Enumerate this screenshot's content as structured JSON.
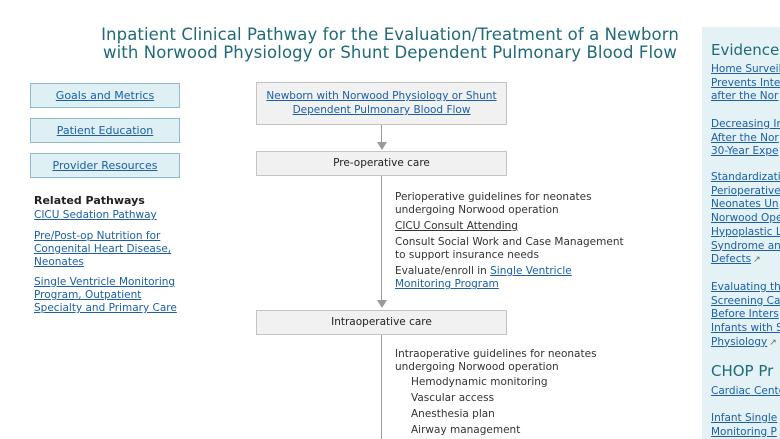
{
  "header": {
    "title_line1": "Inpatient Clinical Pathway for the Evaluation/Treatment of a Newborn",
    "title_line2": "with Norwood Physiology or Shunt Dependent Pulmonary Blood Flow"
  },
  "nav": {
    "goals": "Goals and Metrics",
    "education": "Patient Education",
    "providers": "Provider Resources"
  },
  "related": {
    "heading": "Related Pathways",
    "items": [
      "CICU Sedation Pathway",
      "Pre/Post-op Nutrition for Congenital Heart Disease, Neonates",
      "Single Ventricle Monitoring Program, Outpatient Specialty and Primary Care"
    ]
  },
  "flow": {
    "start_line1": "Newborn with Norwood Physiology or Shunt",
    "start_line2": "Dependent Pulmonary Blood Flow",
    "preop": "Pre-operative care",
    "preop_steps": {
      "guidelines_1": "Perioperative guidelines for neonates",
      "guidelines_2": "undergoing Norwood operation",
      "consult": "CICU Consult Attending",
      "social_1": "Consult Social Work and Case Management",
      "social_2": "to support insurance needs",
      "enroll_prefix": "Evaluate/enroll in ",
      "enroll_link_1": "Single Ventricle",
      "enroll_link_2": "Monitoring Program"
    },
    "intraop": "Intraoperative care",
    "intraop_steps": {
      "guidelines_1": "Intraoperative guidelines for neonates",
      "guidelines_2": "undergoing Norwood operation",
      "items": [
        "Hemodynamic monitoring",
        "Vascular access",
        "Anesthesia plan",
        "Airway management"
      ]
    }
  },
  "evidence": {
    "heading": "Evidence",
    "links": [
      [
        "Home Surveil",
        "Prevents Inte",
        "after the Nor"
      ],
      [
        "Decreasing In",
        "After the Nor",
        "30-Year Expe"
      ],
      [
        "Standardizati",
        "Perioperative",
        "Neonates Un",
        "Norwood Ope",
        "Hypoplastic L",
        "Syndrome an",
        "Defects"
      ],
      [
        "Evaluating th",
        "Screening Ca",
        "Before Inters",
        "Infants with S",
        "Physiology"
      ]
    ],
    "heading2": "CHOP Pr",
    "links2": [
      [
        "Cardiac Cente"
      ],
      [
        "Infant Single",
        "Monitoring P"
      ]
    ],
    "ext_icon": "external-link-icon"
  }
}
